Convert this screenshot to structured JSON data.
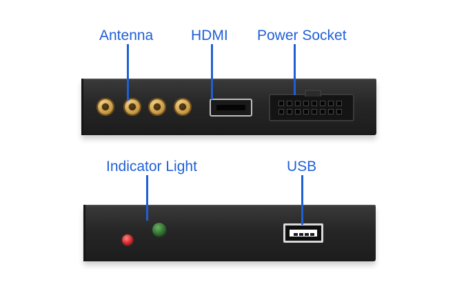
{
  "labels": {
    "antenna": "Antenna",
    "hdmi": "HDMI",
    "power_socket": "Power Socket",
    "indicator_light": "Indicator Light",
    "usb": "USB"
  },
  "colors": {
    "label_blue": "#1f5fd6",
    "device_body": "#262626",
    "sma_gold": "#d1a552",
    "led_red": "#d82a2a",
    "led_green": "#2e6e2c"
  },
  "icons": [
    "antenna-connector-icon",
    "hdmi-port-icon",
    "power-socket-icon",
    "indicator-led-icon",
    "usb-port-icon"
  ]
}
